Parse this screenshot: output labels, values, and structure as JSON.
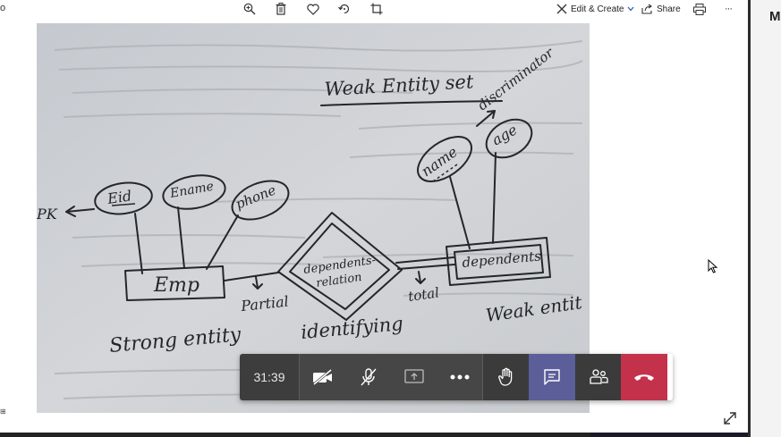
{
  "toolbar": {
    "left_glyph": "o",
    "icons": [
      "zoom-in-icon",
      "delete-icon",
      "favorite-icon",
      "rotate-icon",
      "crop-icon"
    ],
    "edit_create_label": "Edit & Create",
    "share_label": "Share",
    "more_glyph": "···"
  },
  "right_panel": {
    "letter": "M"
  },
  "photo": {
    "title": "Weak Entity set",
    "discriminator": "discriminator",
    "attributes_emp": [
      "Eid",
      "Ename",
      "phone"
    ],
    "attributes_dep": [
      "name",
      "age"
    ],
    "pk_label": "PK",
    "entity_strong": "Emp",
    "relationship": [
      "dependents-",
      "relation"
    ],
    "entity_weak": "dependents",
    "partial": "Partial",
    "total": "total",
    "strong_entity_label": "Strong entity",
    "identifying_label": "identifying",
    "weak_entity_label": "Weak entit"
  },
  "call": {
    "timer": "31:39",
    "accent_chat": "#5b5e99",
    "hangup_color": "#c4314b"
  },
  "corner_glyph": "⊞"
}
